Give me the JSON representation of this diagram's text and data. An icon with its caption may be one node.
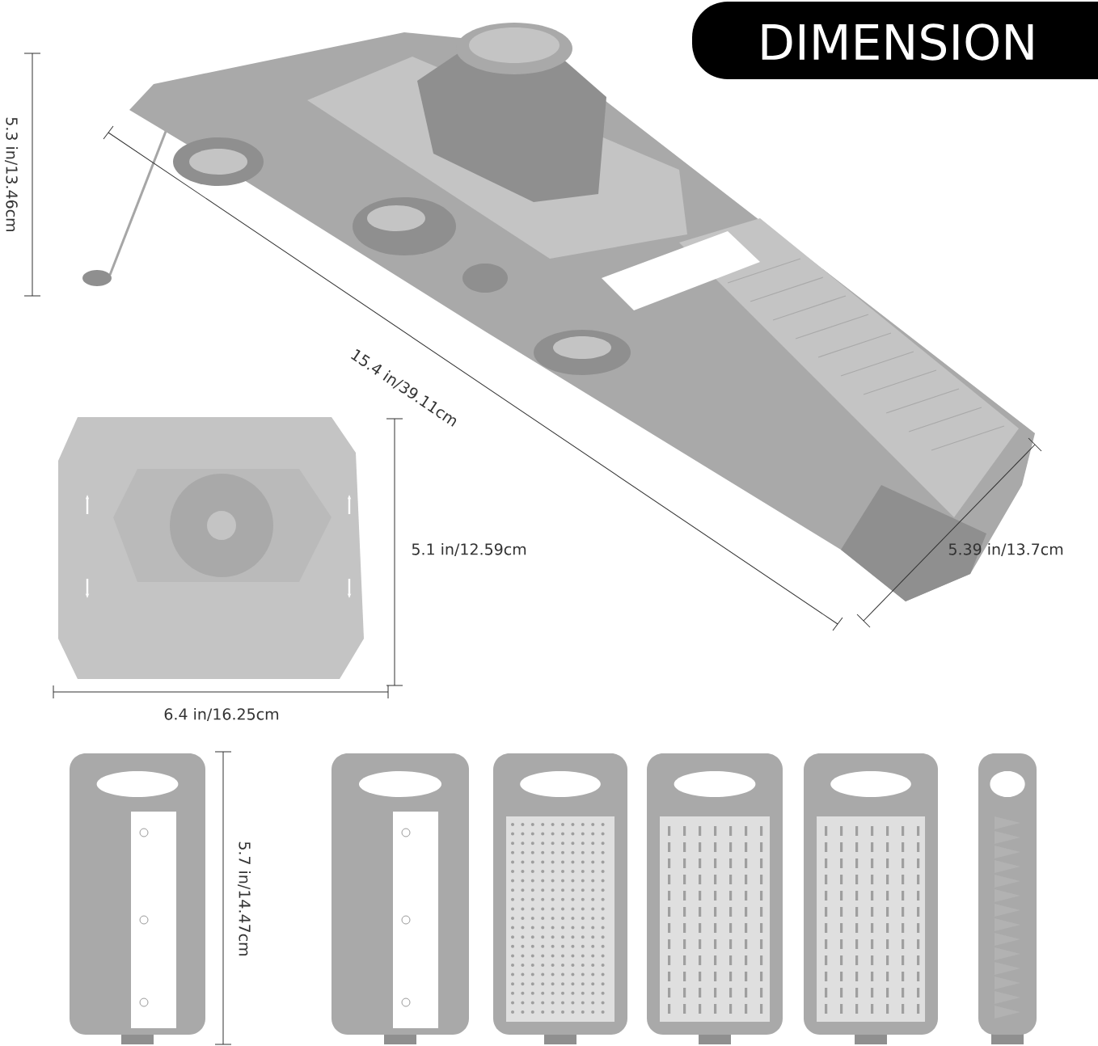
{
  "diagram": {
    "title": "DIMENSION",
    "labels": [
      "5.3 in/13.46cm",
      "15.4 in/39.11cm",
      "5.1 in/12.59cm",
      "5.39 in/13.7cm",
      "6.4 in/16.25cm",
      "5.7 in/14.47cm"
    ]
  }
}
